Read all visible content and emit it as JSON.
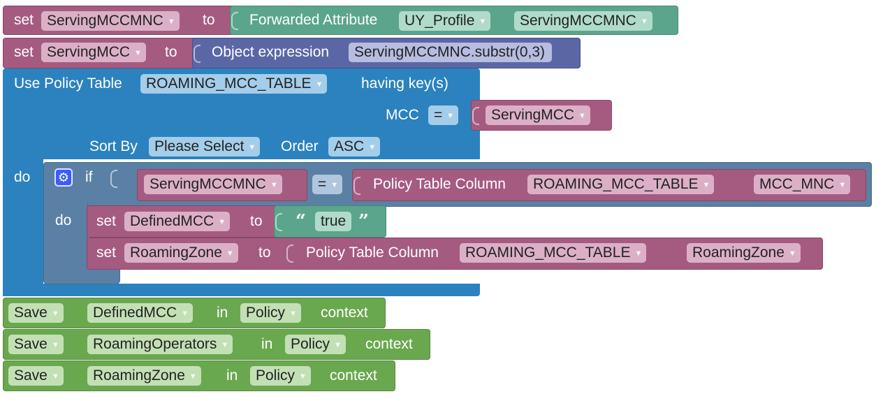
{
  "blocks": {
    "set1": {
      "kw": "set",
      "var": "ServingMCCMNC",
      "to": "to",
      "src_label": "Forwarded Attribute",
      "profile": "UY_Profile",
      "attr": "ServingMCCMNC"
    },
    "set2": {
      "kw": "set",
      "var": "ServingMCC",
      "to": "to",
      "src_label": "Object expression",
      "expr": "ServingMCCMNC.substr(0,3)"
    },
    "policy": {
      "label": "Use Policy Table",
      "table": "ROAMING_MCC_TABLE",
      "having": "having key(s)",
      "key": "MCC",
      "op": "=",
      "key_value": "ServingMCC",
      "sort_label": "Sort By",
      "sort_value": "Please Select",
      "order_label": "Order",
      "order_value": "ASC",
      "do": "do"
    },
    "if_block": {
      "if": "if",
      "left": "ServingMCCMNC",
      "op": "=",
      "col_label": "Policy Table Column",
      "col_table": "ROAMING_MCC_TABLE",
      "col_name": "MCC_MNC",
      "do": "do"
    },
    "set3": {
      "kw": "set",
      "var": "DefinedMCC",
      "to": "to",
      "open_quote": "“",
      "value": "true",
      "close_quote": "”"
    },
    "set4": {
      "kw": "set",
      "var": "RoamingZone",
      "to": "to",
      "col_label": "Policy Table Column",
      "col_table": "ROAMING_MCC_TABLE",
      "col_name": "RoamingZone"
    },
    "save1": {
      "action": "Save",
      "var": "DefinedMCC",
      "in": "in",
      "ctx": "Policy",
      "context": "context"
    },
    "save2": {
      "action": "Save",
      "var": "RoamingOperators",
      "in": "in",
      "ctx": "Policy",
      "context": "context"
    },
    "save3": {
      "action": "Save",
      "var": "RoamingZone",
      "in": "in",
      "ctx": "Policy",
      "context": "context"
    }
  },
  "icons": {
    "dropdown": "dropdown-arrow-icon",
    "gear": "gear-icon"
  },
  "colors": {
    "set": "#a55b80",
    "attribute": "#5ba58c",
    "expression": "#5b67a5",
    "policy": "#2b82bf",
    "logic": "#5b80a5",
    "save": "#6aa84f"
  }
}
